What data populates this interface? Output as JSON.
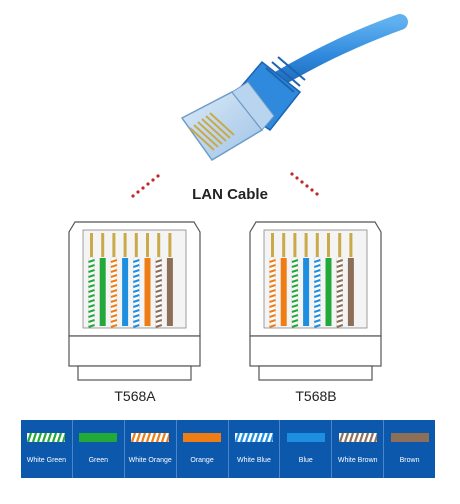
{
  "title": "LAN Cable",
  "standards": [
    {
      "label": "T568A",
      "pins": [
        "white-green",
        "green",
        "white-orange",
        "blue",
        "white-blue",
        "orange",
        "white-brown",
        "brown"
      ]
    },
    {
      "label": "T568B",
      "pins": [
        "white-orange",
        "orange",
        "white-green",
        "blue",
        "white-blue",
        "green",
        "white-brown",
        "brown"
      ]
    }
  ],
  "colors": {
    "green": "#23a83a",
    "orange": "#ee7d16",
    "blue": "#1e8ee0",
    "brown": "#8d6e58",
    "gold": "#c9a94a",
    "legend_bg": "#0c58ad",
    "cable_blue": "#2f89dc",
    "dots": "#c0282b"
  },
  "legend": [
    {
      "key": "white-green",
      "label": "White Green"
    },
    {
      "key": "green",
      "label": "Green"
    },
    {
      "key": "white-orange",
      "label": "White Orange"
    },
    {
      "key": "orange",
      "label": "Orange"
    },
    {
      "key": "white-blue",
      "label": "White Blue"
    },
    {
      "key": "blue",
      "label": "Blue"
    },
    {
      "key": "white-brown",
      "label": "White Brown"
    },
    {
      "key": "brown",
      "label": "Brown"
    }
  ]
}
